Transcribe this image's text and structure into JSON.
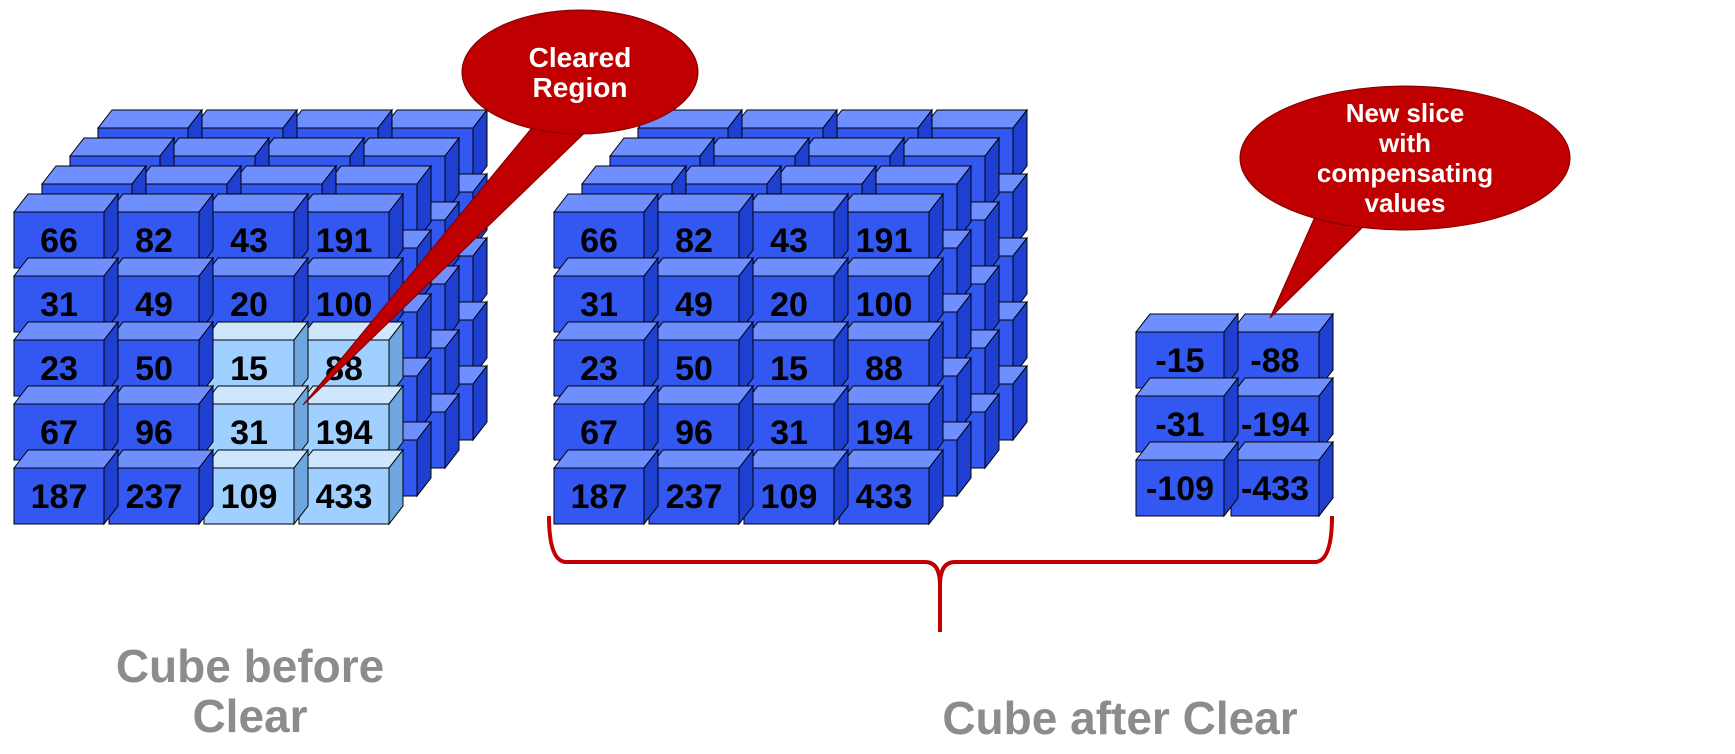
{
  "colors": {
    "cube_top": "#6f8fff",
    "cube_front": "#3358f2",
    "cube_side": "#1f3fd0",
    "cleared_top": "#cfe6ff",
    "cleared_front": "#9fd0ff",
    "cleared_side": "#6fa6e0",
    "callout": "#c00000",
    "brace": "#c00000",
    "caption": "#8c8c8c"
  },
  "before_cube": {
    "values": [
      [
        "66",
        "82",
        "43",
        "191"
      ],
      [
        "31",
        "49",
        "20",
        "100"
      ],
      [
        "23",
        "50",
        "15",
        "88"
      ],
      [
        "67",
        "96",
        "31",
        "194"
      ],
      [
        "187",
        "237",
        "109",
        "433"
      ]
    ],
    "cleared_cells": [
      [
        2,
        2
      ],
      [
        2,
        3
      ],
      [
        3,
        2
      ],
      [
        3,
        3
      ],
      [
        4,
        2
      ],
      [
        4,
        3
      ]
    ],
    "caption_lines": [
      "Cube before",
      "Clear"
    ]
  },
  "after_cube": {
    "values": [
      [
        "66",
        "82",
        "43",
        "191"
      ],
      [
        "31",
        "49",
        "20",
        "100"
      ],
      [
        "23",
        "50",
        "15",
        "88"
      ],
      [
        "67",
        "96",
        "31",
        "194"
      ],
      [
        "187",
        "237",
        "109",
        "433"
      ]
    ]
  },
  "new_slice": {
    "values": [
      [
        "-15",
        "-88"
      ],
      [
        "-31",
        "-194"
      ],
      [
        "-109",
        "-433"
      ]
    ]
  },
  "callouts": {
    "cleared_region": [
      "Cleared",
      "Region"
    ],
    "new_slice": [
      "New slice",
      "with",
      "compensating",
      "values"
    ]
  },
  "caption_after": "Cube after Clear"
}
